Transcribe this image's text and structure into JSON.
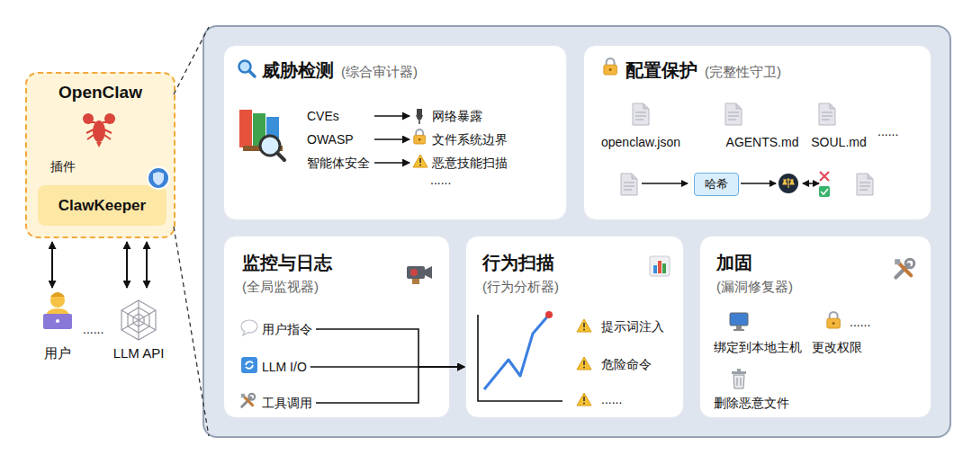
{
  "diagram": {
    "nodes": [
      {
        "text": [
          "OpenClaw",
          "插件"
        ]
      },
      {
        "text": [
          "ClawKeeper"
        ],
        "in": 0
      },
      {
        "text": [
          "用户"
        ]
      },
      {
        "text": [
          "LLM API"
        ]
      },
      {
        "text": [
          "威胁检测",
          "(综合审计器)"
        ]
      },
      {
        "text": [
          "配置保护",
          "(完整性守卫)"
        ]
      },
      {
        "text": [
          "监控与日志",
          "(全局监视器)"
        ]
      },
      {
        "text": [
          "行为扫描",
          "(行为分析器)"
        ]
      },
      {
        "text": [
          "加固",
          "(漏洞修复器)"
        ]
      },
      {
        "text": [
          "CVEs"
        ],
        "in": 4
      },
      {
        "text": [
          "网络暴露"
        ],
        "in": 4
      },
      {
        "text": [
          "OWASP"
        ],
        "in": 4
      },
      {
        "text": [
          "文件系统边界"
        ],
        "in": 4
      },
      {
        "text": [
          "智能体安全"
        ],
        "in": 4
      },
      {
        "text": [
          "恶意技能扫描"
        ],
        "in": 4
      },
      {
        "text": [
          "哈希"
        ],
        "in": 5
      },
      {
        "text": [
          "用户指令"
        ],
        "in": 6
      },
      {
        "text": [
          "LLM I/O"
        ],
        "in": 6
      },
      {
        "text": [
          "工具调用"
        ],
        "in": 6
      }
    ],
    "edges": [
      {
        "from": 0,
        "to": 2,
        "arrow": "both"
      },
      {
        "from": 0,
        "to": 3,
        "arrow": "both"
      },
      {
        "from": 0,
        "to": 3,
        "arrow": "both"
      },
      {
        "from": 9,
        "to": 10,
        "arrow": "to"
      },
      {
        "from": 11,
        "to": 12,
        "arrow": "to"
      },
      {
        "from": 13,
        "to": 14,
        "arrow": "to"
      },
      {
        "from": 16,
        "to": 7,
        "arrow": "to"
      },
      {
        "from": 17,
        "to": 7,
        "arrow": "to"
      },
      {
        "from": 18,
        "to": 7,
        "arrow": "to"
      }
    ],
    "labels": [
      "......",
      "......",
      "openclaw.json",
      "AGENTS.md",
      "SOUL.md",
      "......",
      "提示词注入",
      "危险命令",
      "......",
      "绑定到本地主机",
      "更改权限",
      "......",
      "删除恶意文件"
    ]
  }
}
